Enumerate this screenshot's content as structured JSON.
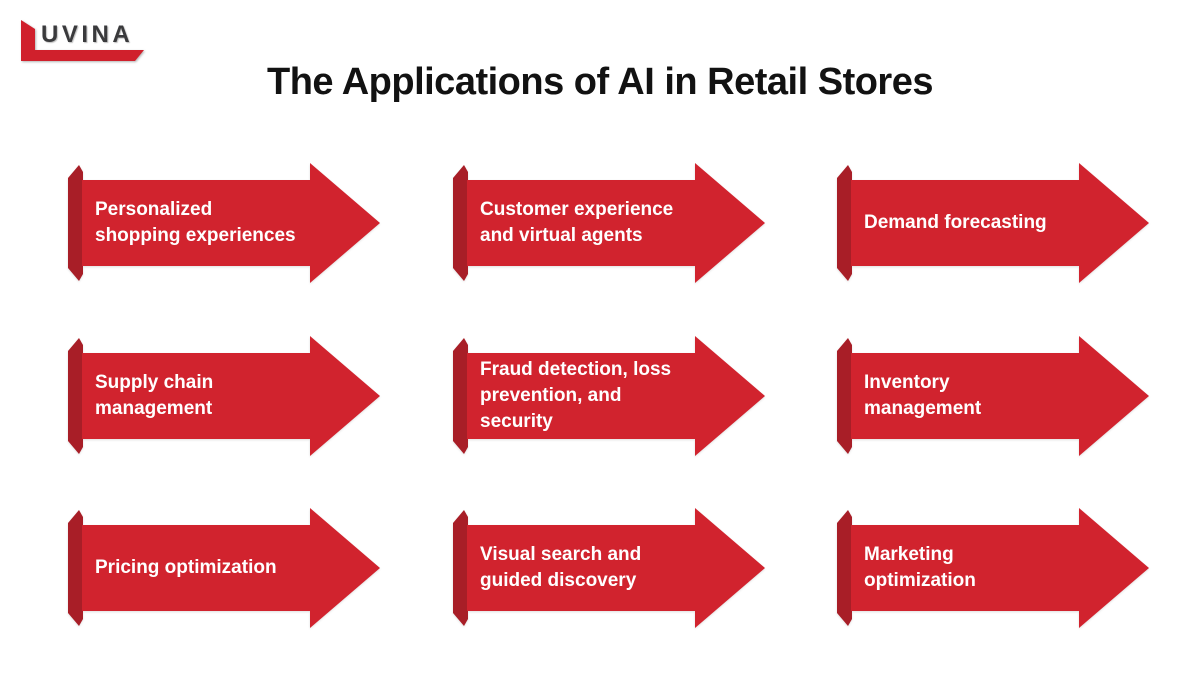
{
  "logo": {
    "wordmark": "UVINA"
  },
  "title": "The Applications of AI in Retail Stores",
  "colors": {
    "background": "#ffffff",
    "arrow_body": "#d1232e",
    "arrow_fold": "#a81e27",
    "label_text": "#ffffff",
    "title_text": "#121212",
    "logo_red": "#d0202c",
    "logo_text": "#3a3a3c"
  },
  "arrows": [
    {
      "label": "Personalized\nshopping experiences"
    },
    {
      "label": "Customer experience\nand virtual agents"
    },
    {
      "label": "Demand forecasting"
    },
    {
      "label": "Supply chain\nmanagement"
    },
    {
      "label": "Fraud detection, loss\nprevention, and\nsecurity"
    },
    {
      "label": "Inventory\nmanagement"
    },
    {
      "label": "Pricing optimization"
    },
    {
      "label": "Visual search and\nguided discovery"
    },
    {
      "label": "Marketing\noptimization"
    }
  ]
}
